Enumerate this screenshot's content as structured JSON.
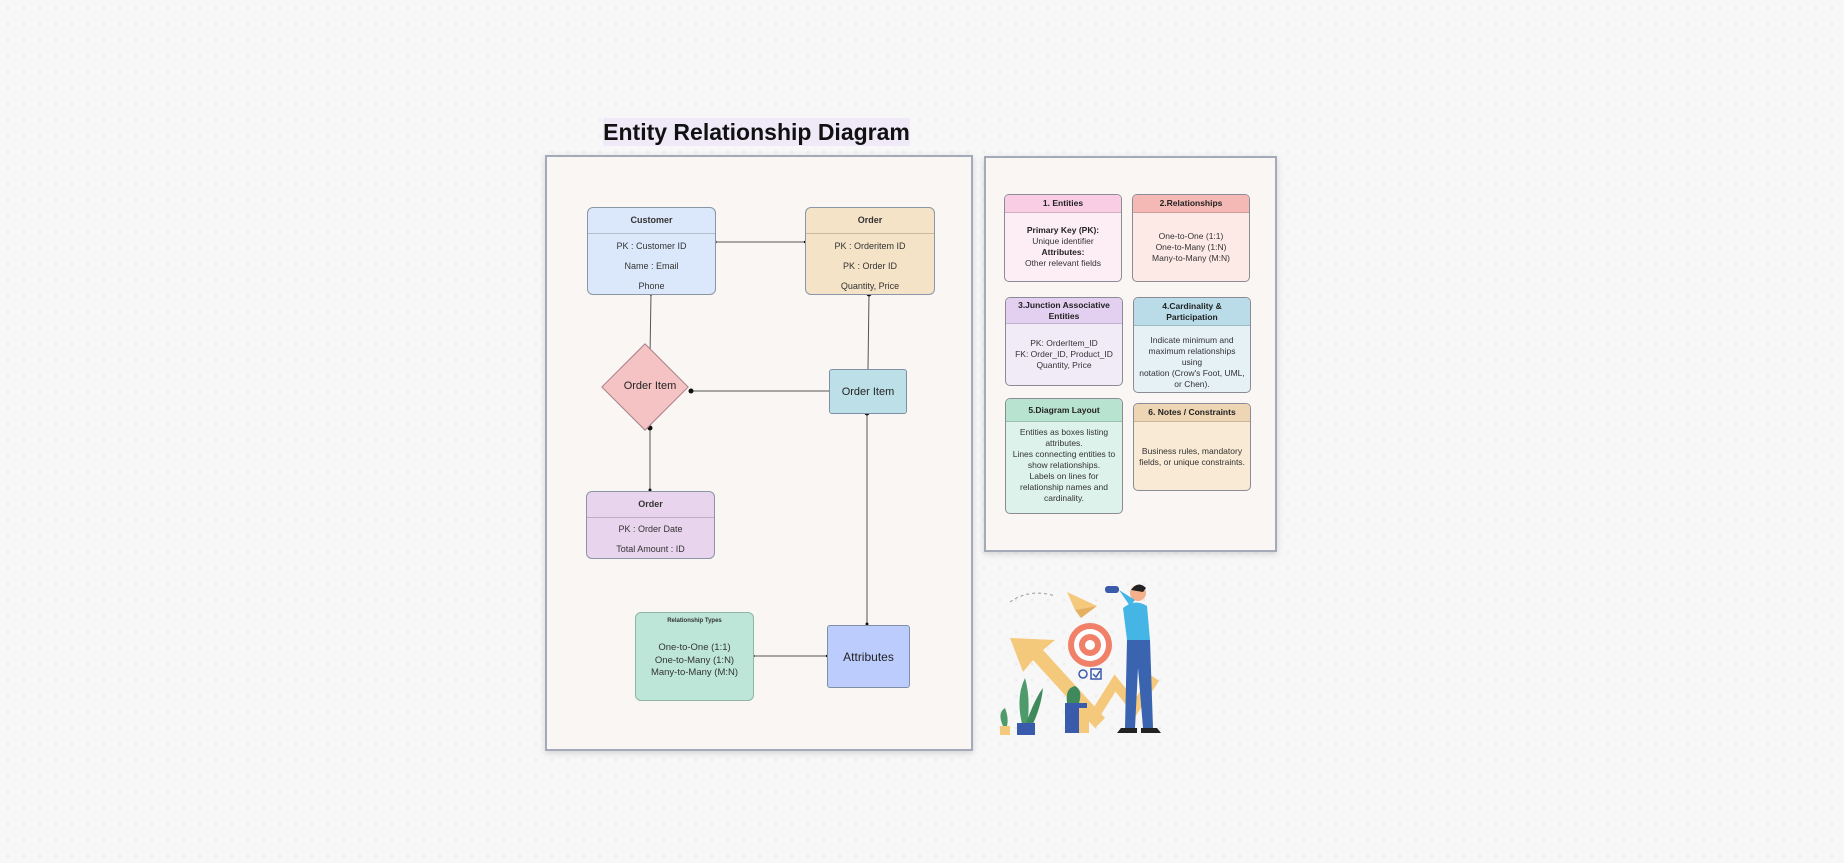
{
  "title": "Entity Relationship Diagram",
  "diagram": {
    "customer": {
      "header": "Customer",
      "rows": [
        "PK : Customer ID",
        "Name : Email",
        "Phone"
      ]
    },
    "order_top": {
      "header": "Order",
      "rows": [
        "PK : Orderitem ID",
        "PK : Order ID",
        "Quantity, Price"
      ]
    },
    "order_item_diamond": "Order Item",
    "order_item_box": "Order Item",
    "order_bottom": {
      "header": "Order",
      "rows": [
        "PK : Order Date",
        "Total Amount : ID"
      ]
    },
    "relationship_types": {
      "header": "Relationship Types",
      "lines": [
        "One-to-One (1:1)",
        "One-to-Many (1:N)",
        "Many-to-Many (M:N)"
      ]
    },
    "attributes": "Attributes"
  },
  "legend": {
    "entities": {
      "header": "1. Entities",
      "pk_label": "Primary Key (PK):",
      "pk_value": "Unique identifier",
      "attr_label": "Attributes:",
      "attr_value": "Other relevant fields"
    },
    "relationships": {
      "header": "2.Relationships",
      "lines": [
        "One-to-One (1:1)",
        "One-to-Many (1:N)",
        "Many-to-Many (M:N)"
      ]
    },
    "junction": {
      "header_line1": "3.Junction Associative",
      "header_line2": "Entities",
      "lines": [
        "PK: OrderItem_ID",
        "FK: Order_ID, Product_ID",
        "Quantity, Price"
      ]
    },
    "cardinality": {
      "header_line1": "4.Cardinality &",
      "header_line2": "Participation",
      "lines": [
        "Indicate minimum and",
        "maximum relationships using",
        "notation (Crow's Foot, UML,",
        "or Chen)."
      ]
    },
    "layout": {
      "header": "5.Diagram Layout",
      "lines": [
        "Entities as boxes listing",
        "attributes.",
        "Lines connecting entities to",
        "show relationships.",
        "Labels on lines for",
        "relationship names and",
        "cardinality."
      ]
    },
    "notes": {
      "header": "6. Notes / Constraints",
      "lines": [
        "Business rules, mandatory",
        "fields, or unique constraints."
      ]
    }
  },
  "colors": {
    "customer": "#dbe8fb",
    "order_top": "#f4e3c6",
    "diamond": "#f5c3c3",
    "order_item_box": "#bde0e8",
    "order_bottom": "#e8d4ec",
    "relationship_types": "#bde6d8",
    "attributes": "#bccdfd"
  }
}
